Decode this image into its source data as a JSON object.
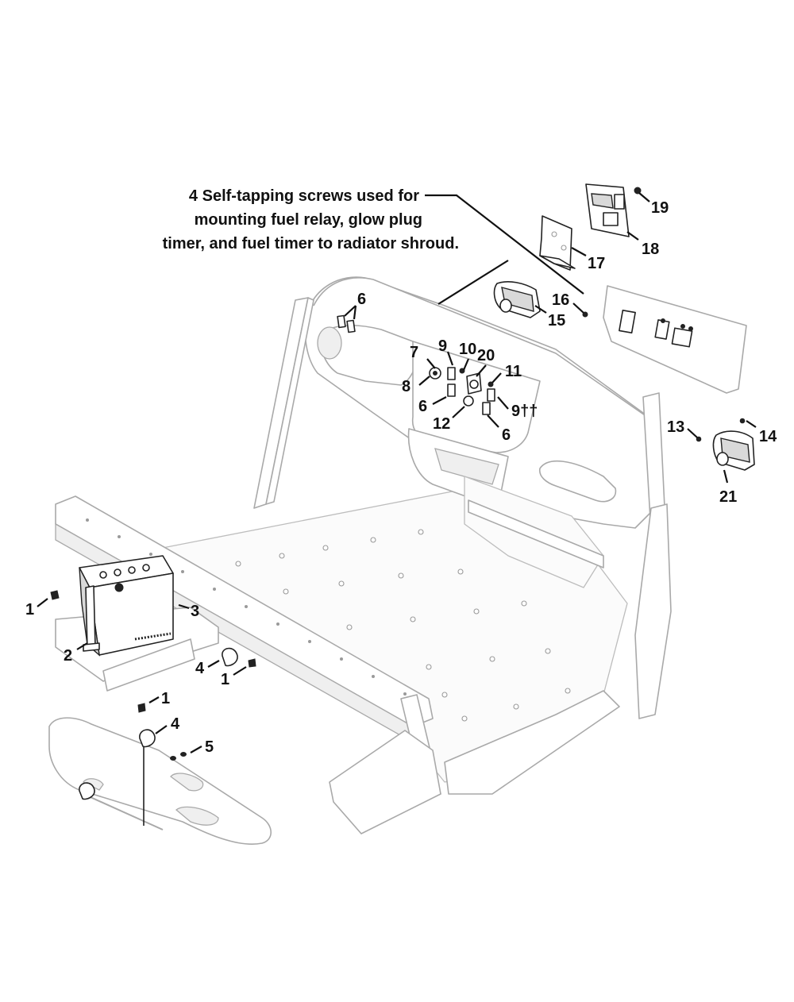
{
  "note": {
    "lines": [
      "4 Self-tapping screws used for",
      "mounting fuel relay, glow plug",
      "timer, and fuel timer to radiator shroud."
    ]
  },
  "callouts": {
    "c19": "19",
    "c18": "18",
    "c17": "17",
    "c16": "16",
    "c15": "15",
    "c6a": "6",
    "c9a": "9",
    "c10": "10",
    "c20": "20",
    "c7": "7",
    "c8": "8",
    "c11": "11",
    "c6b": "6",
    "c12": "12",
    "c9b": "9††",
    "c6c": "6",
    "c13": "13",
    "c14": "14",
    "c21": "21",
    "c1a": "1",
    "c3": "3",
    "c2": "2",
    "c4a": "4",
    "c1b": "1",
    "c1c": "1",
    "c4b": "4",
    "c5": "5"
  },
  "colors": {
    "frame_stroke": "#a9a9a9",
    "part_stroke": "#222222",
    "text": "#111111"
  }
}
